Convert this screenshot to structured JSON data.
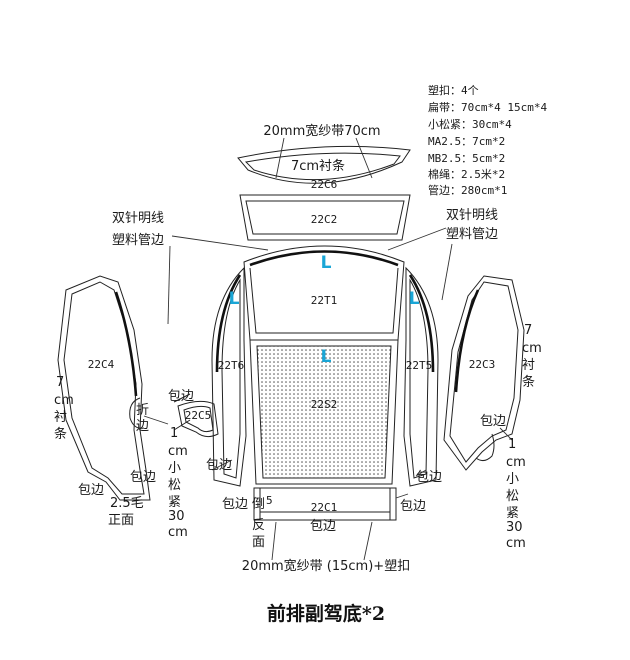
{
  "title": "前排副驾底*2",
  "specs": [
    "塑扣：4个",
    "扁带：70cm*4  15cm*4",
    "小松紧：30cm*4",
    "MA2.5：7cm*2",
    "MB2.5：5cm*2",
    "棉绳：2.5米*2",
    "管边：280cm*1"
  ],
  "pieces": {
    "c6": "22C6",
    "c2": "22C2",
    "t1": "22T1",
    "s2": "22S2",
    "c1": "22C1",
    "t6": "22T6",
    "t5": "22T5",
    "c4": "22C4",
    "c3": "22C3",
    "c5": "22C5"
  },
  "markers": {
    "L": "L"
  },
  "notes": {
    "top_band": "20mm宽纱带70cm",
    "liner_7cm": "7cm衬条",
    "stitch_left_1": "双针明线",
    "stitch_left_2": "塑料管边",
    "stitch_right_1": "双针明线",
    "stitch_right_2": "塑料管边",
    "bottom_band": "20mm宽纱带 (15cm)+塑扣",
    "binding": "包边",
    "fold": [
      "折",
      "边"
    ],
    "hair_a": "2.5毛",
    "hair_b": "正面",
    "c1_five": "5",
    "reverse": [
      "倒",
      "反",
      "面"
    ],
    "c4_vertical": [
      "7",
      "cm",
      "衬",
      "条"
    ],
    "c3_vertical": [
      "7",
      "cm",
      "衬",
      "条"
    ],
    "elastic_left": [
      "1",
      "cm",
      "小",
      "松",
      "紧",
      "30",
      "cm"
    ],
    "elastic_right": [
      "1",
      "cm",
      "小",
      "松",
      "紧",
      "30",
      "cm"
    ]
  }
}
